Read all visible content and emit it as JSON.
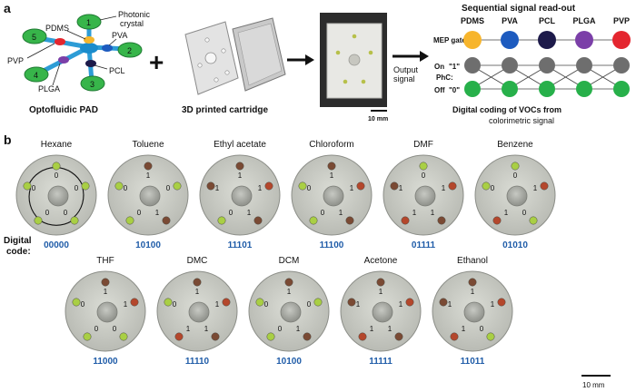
{
  "panel_a": {
    "letter": "a",
    "pad": {
      "caption": "Optofluidic PAD",
      "labels": {
        "pdms": "PDMS",
        "pva": "PVA",
        "pcl": "PCL",
        "plga": "PLGA",
        "pvp": "PVP",
        "photonic": "Photonic",
        "crystal": "crystal"
      },
      "numbers": [
        "1",
        "2",
        "3",
        "4",
        "5"
      ]
    },
    "plus": "+",
    "cartridge_caption": "3D printed cartridge",
    "output_label_1": "Output",
    "output_label_2": "signal",
    "photo_scalebar": "10 mm",
    "readout": {
      "title": "Sequential signal read-out",
      "columns": [
        "PDMS",
        "PVA",
        "PCL",
        "PLGA",
        "PVP"
      ],
      "gate_label": "MEP gate:",
      "on_label": "On",
      "on_code": "\"1\"",
      "phc_label": "PhC:",
      "off_label": "Off",
      "off_code": "\"0\"",
      "caption_1": "Digital coding of VOCs from",
      "caption_2": "colorimetric signal",
      "colors": {
        "pdms": "#f7b52c",
        "pva": "#1d5bbf",
        "pcl": "#1d1a4a",
        "plga": "#7b3fa8",
        "pvp": "#e4262f",
        "gray": "#6e6e6e",
        "green": "#27b04a"
      }
    }
  },
  "panel_b": {
    "letter": "b",
    "code_label_1": "Digital",
    "code_label_2": "code:",
    "scalebar": "10 mm",
    "solvents": [
      {
        "name": "Hexane",
        "code": "00000"
      },
      {
        "name": "Toluene",
        "code": "10100"
      },
      {
        "name": "Ethyl acetate",
        "code": "11101"
      },
      {
        "name": "Chloroform",
        "code": "11100"
      },
      {
        "name": "DMF",
        "code": "01111"
      },
      {
        "name": "Benzene",
        "code": "01010"
      },
      {
        "name": "THF",
        "code": "11000"
      },
      {
        "name": "DMC",
        "code": "11110"
      },
      {
        "name": "DCM",
        "code": "10100"
      },
      {
        "name": "Acetone",
        "code": "11111"
      },
      {
        "name": "Ethanol",
        "code": "11011"
      }
    ],
    "dot_colors": {
      "green": "#a9cf44",
      "brown": "#7a4a34",
      "red": "#b4472c"
    }
  }
}
